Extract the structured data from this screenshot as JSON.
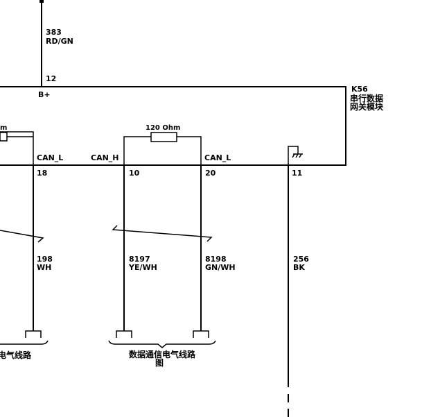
{
  "supply": {
    "circuit": "383",
    "color": "RD/GN",
    "pin": "12",
    "pin_label": "B+"
  },
  "module": {
    "ref": "K56",
    "name_line1": "串行数据",
    "name_line2": "网关模块"
  },
  "resistor_left": {
    "label": "m"
  },
  "resistor_right": {
    "label": "120 Ohm"
  },
  "pins": {
    "p18": {
      "signal": "CAN_L",
      "pin": "18",
      "circuit": "198",
      "color": "WH"
    },
    "p10": {
      "signal": "CAN_H",
      "pin": "10",
      "circuit": "8197",
      "color": "YE/WH"
    },
    "p20": {
      "signal": "CAN_L",
      "pin": "20",
      "circuit": "8198",
      "color": "GN/WH"
    },
    "p11": {
      "pin": "11",
      "circuit": "256",
      "color": "BK"
    }
  },
  "refs": {
    "left": "电气线路",
    "center_line1": "数据通信电气线路",
    "center_line2": "图"
  },
  "icons": {
    "ground": "chassis-ground-icon"
  }
}
